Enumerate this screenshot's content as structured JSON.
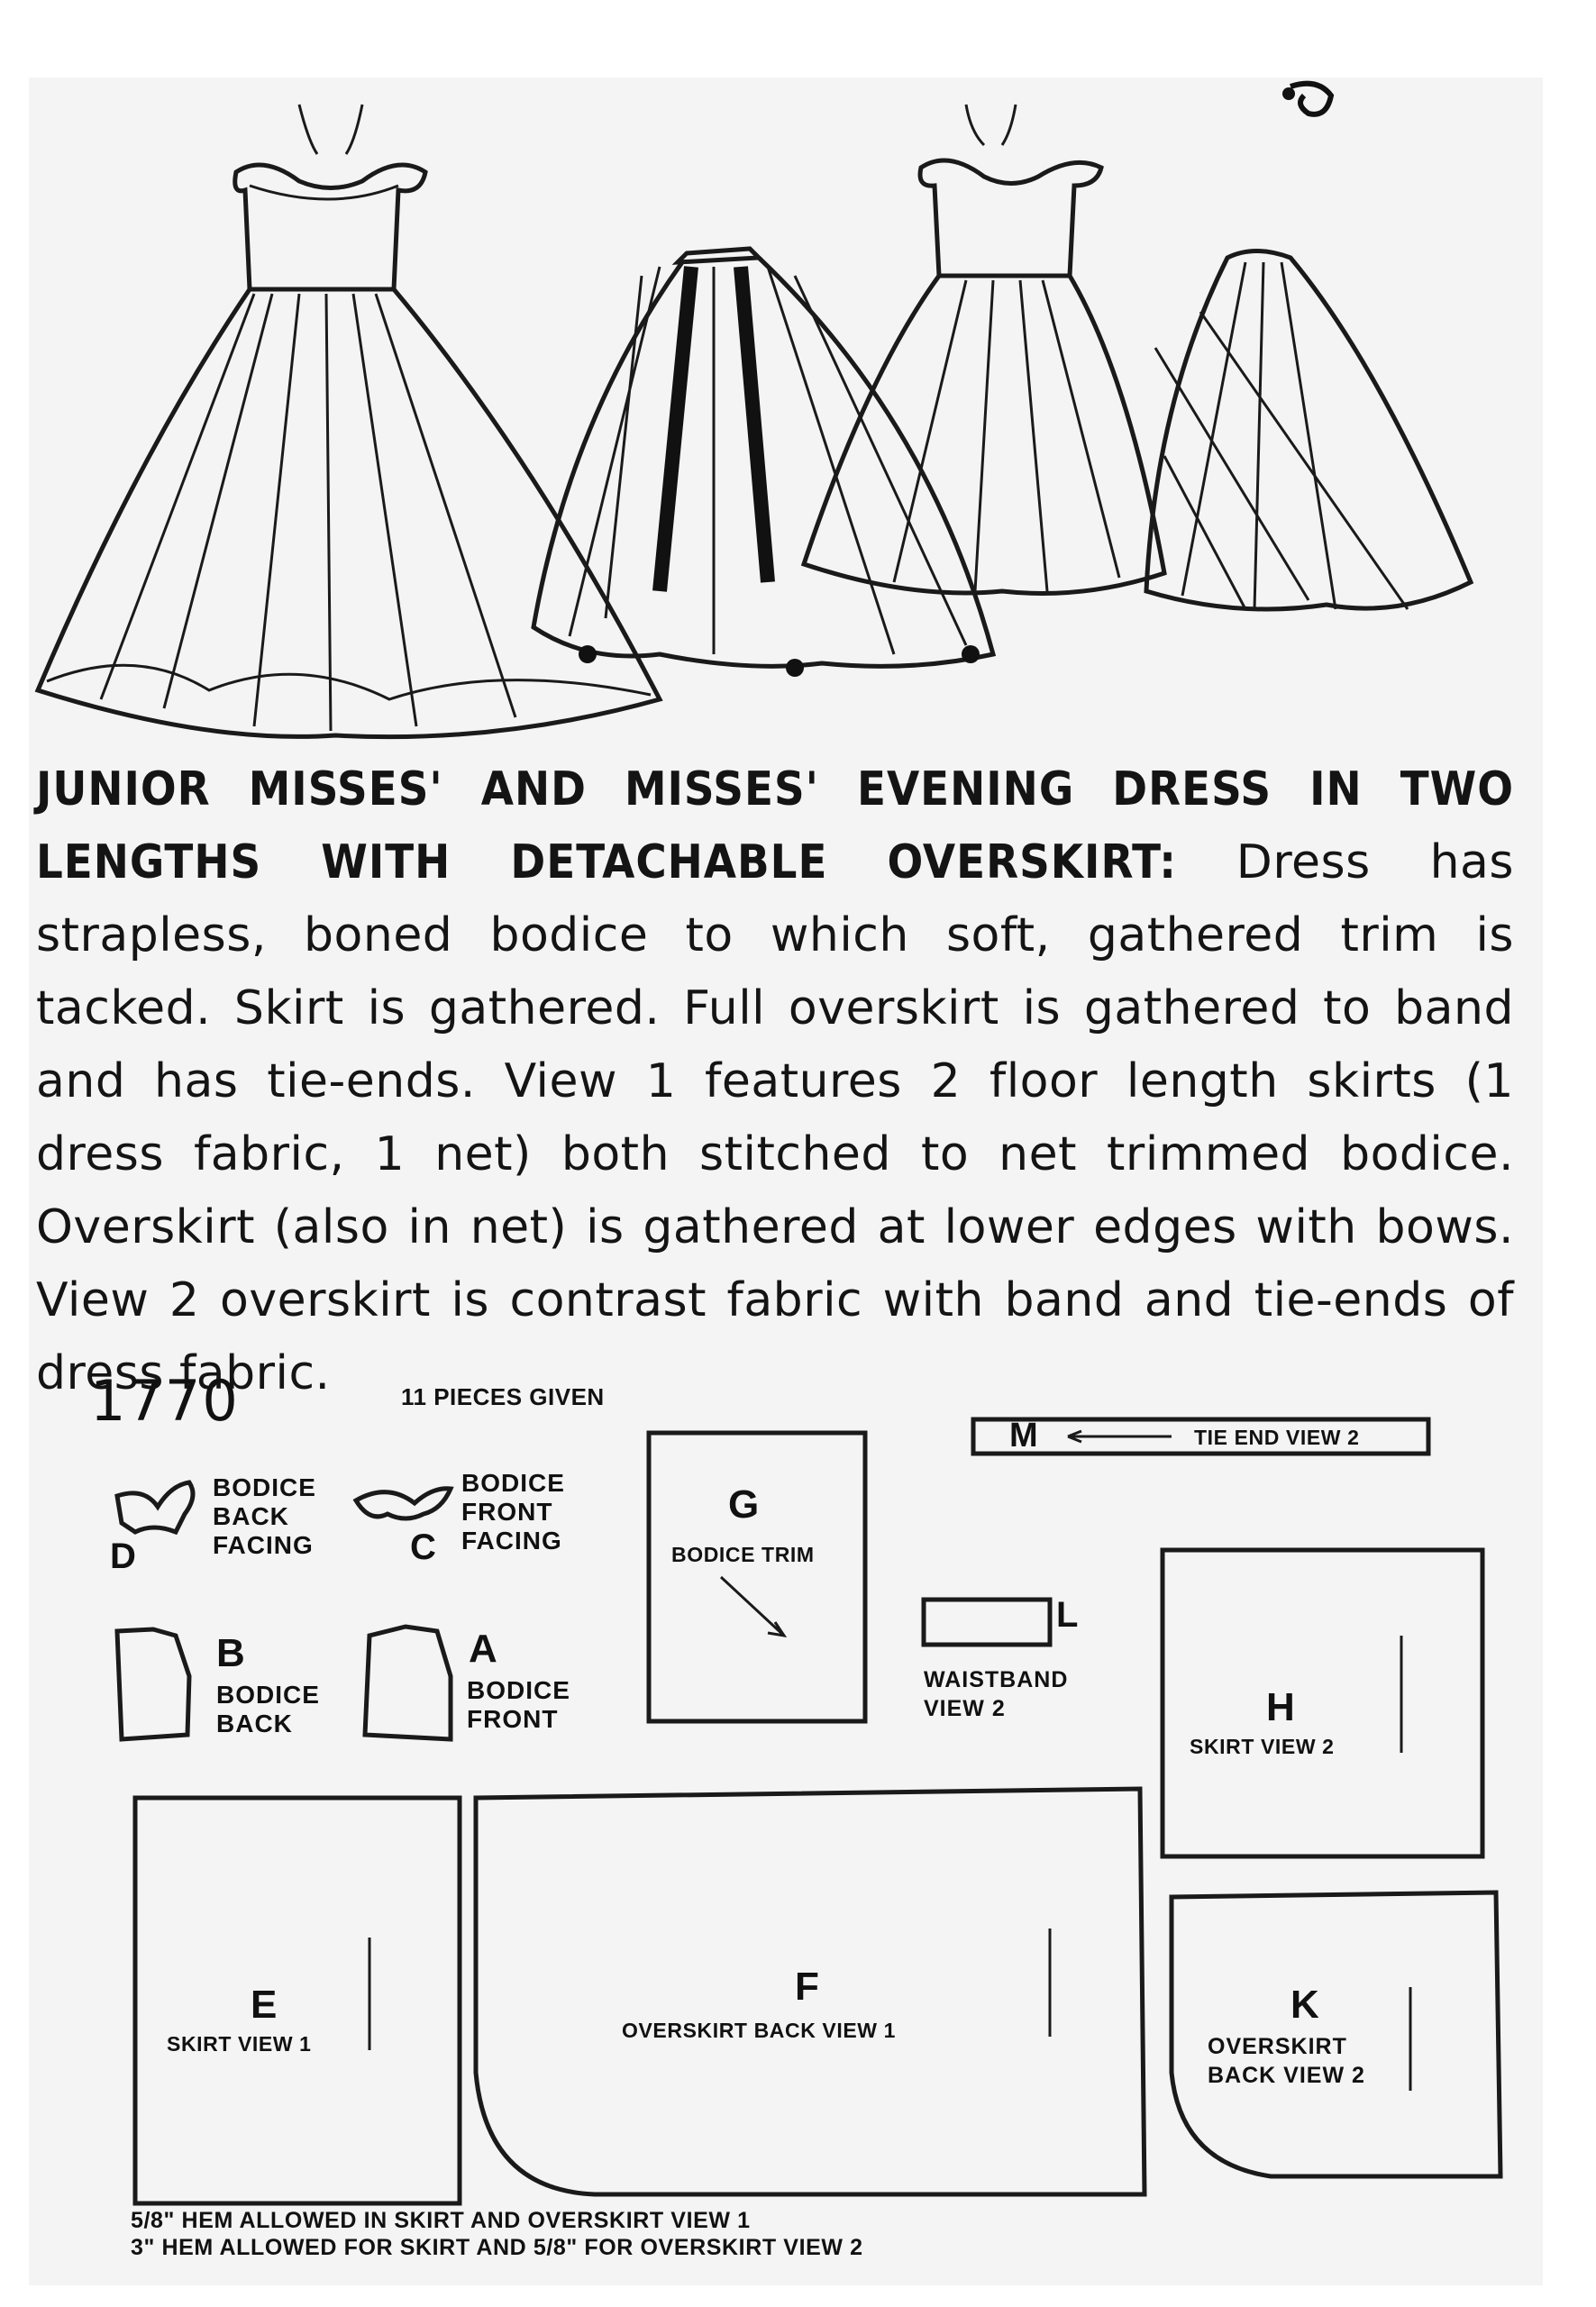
{
  "description": {
    "heading": "JUNIOR MISSES' AND MISSES' EVENING DRESS IN TWO LENGTHS WITH DETACHABLE OVERSKIRT:",
    "body": "Dress has strapless, boned bodice to which soft, gathered trim is tacked. Skirt is gathered. Full overskirt is gathered to band and has tie-ends. View 1 features 2 floor length skirts (1 dress fabric, 1 net) both stitched to net trimmed bodice. Overskirt (also in net) is gathered at lower edges with bows. View 2 overskirt is contrast fabric with band and tie-ends of dress fabric."
  },
  "pattern": {
    "number": "1770",
    "pieces_given": "11 PIECES GIVEN"
  },
  "pieces": {
    "D": {
      "letter": "D",
      "label": "BODICE BACK FACING"
    },
    "C": {
      "letter": "C",
      "label": "BODICE FRONT FACING"
    },
    "B": {
      "letter": "B",
      "label": "BODICE BACK"
    },
    "A": {
      "letter": "A",
      "label": "BODICE FRONT"
    },
    "G": {
      "letter": "G",
      "label": "BODICE TRIM"
    },
    "M": {
      "letter": "M",
      "label": "TIE END VIEW 2"
    },
    "L": {
      "letter": "L",
      "label": "WAISTBAND VIEW 2"
    },
    "H": {
      "letter": "H",
      "label": "SKIRT VIEW 2"
    },
    "E": {
      "letter": "E",
      "label": "SKIRT VIEW 1"
    },
    "F": {
      "letter": "F",
      "label": "OVERSKIRT BACK VIEW 1"
    },
    "K": {
      "letter": "K",
      "label": "OVERSKIRT BACK VIEW 2"
    }
  },
  "footnotes": {
    "line1": "5/8\" HEM ALLOWED IN SKIRT AND OVERSKIRT VIEW 1",
    "line2": "3\" HEM ALLOWED FOR SKIRT AND 5/8\" FOR OVERSKIRT VIEW 2"
  }
}
